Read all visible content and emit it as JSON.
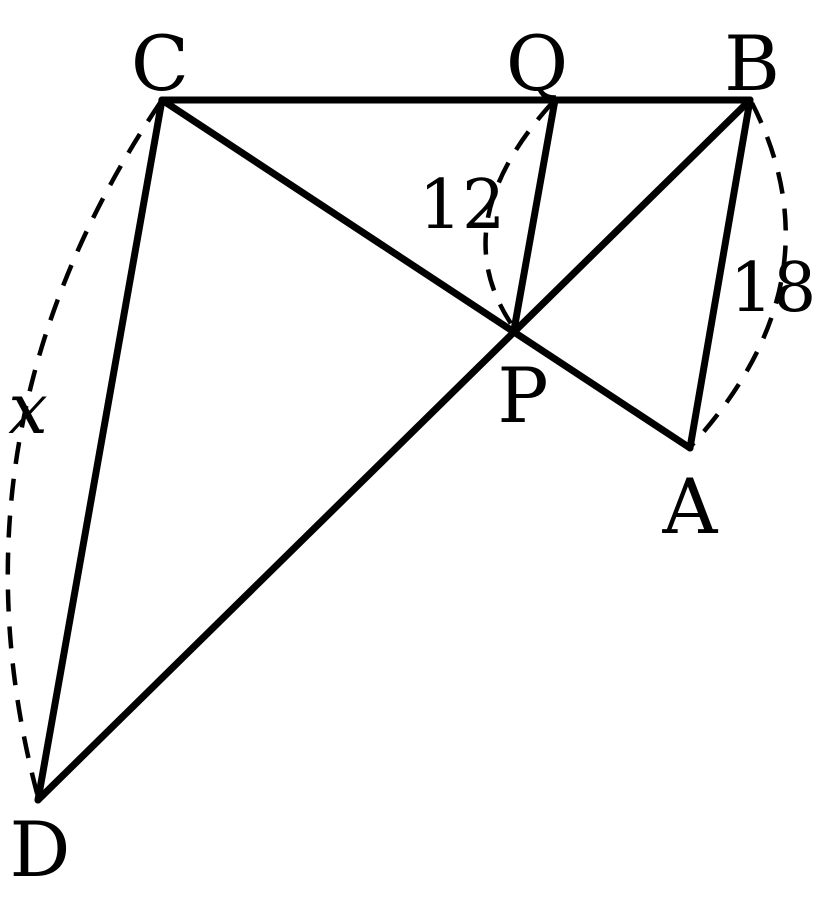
{
  "points": {
    "C": "C",
    "Q": "Q",
    "B": "B",
    "P": "P",
    "A": "A",
    "D": "D"
  },
  "measurements": {
    "QP": "12",
    "BA": "18",
    "CD": "x"
  }
}
